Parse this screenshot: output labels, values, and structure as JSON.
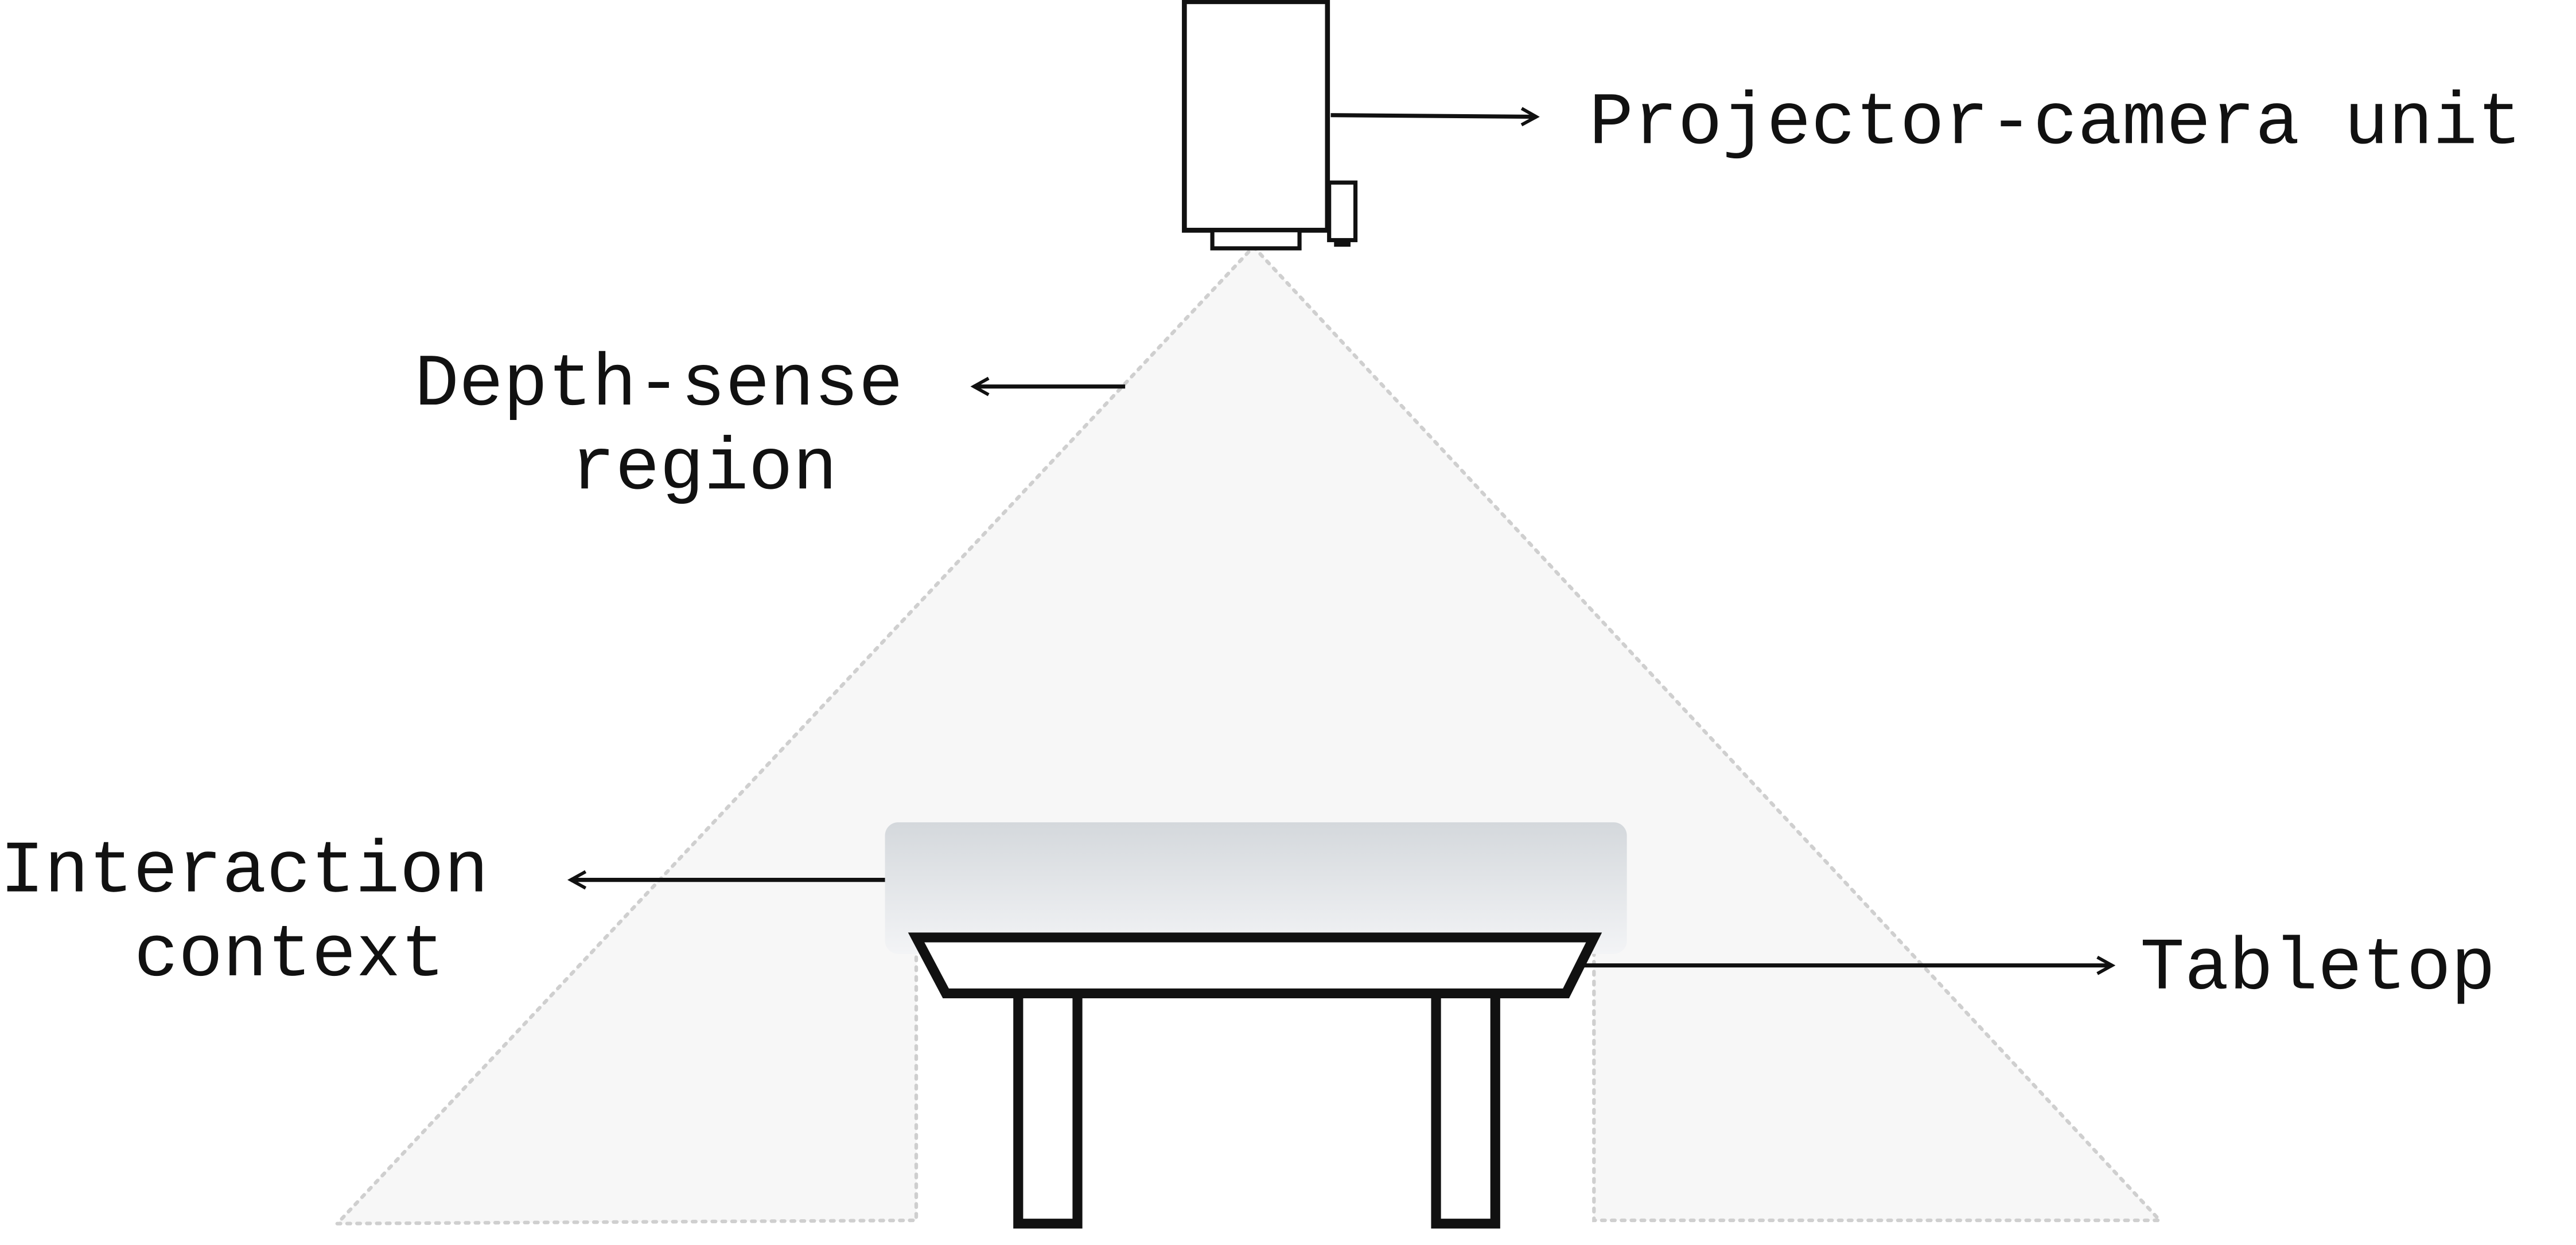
{
  "labels": {
    "projector_camera_unit": "Projector-camera unit",
    "depth_sense_region": [
      "Depth-sense",
      "region"
    ],
    "interaction_context": [
      "Interaction",
      "context"
    ],
    "tabletop": "Tabletop"
  },
  "colors": {
    "stroke": "#111111",
    "cone_fill": "#f7f7f7",
    "cone_border": "#cfcfcf",
    "interaction_zone_top": "#d4d8dc",
    "interaction_zone_bottom": "#f3f4f6",
    "background": "#ffffff"
  }
}
